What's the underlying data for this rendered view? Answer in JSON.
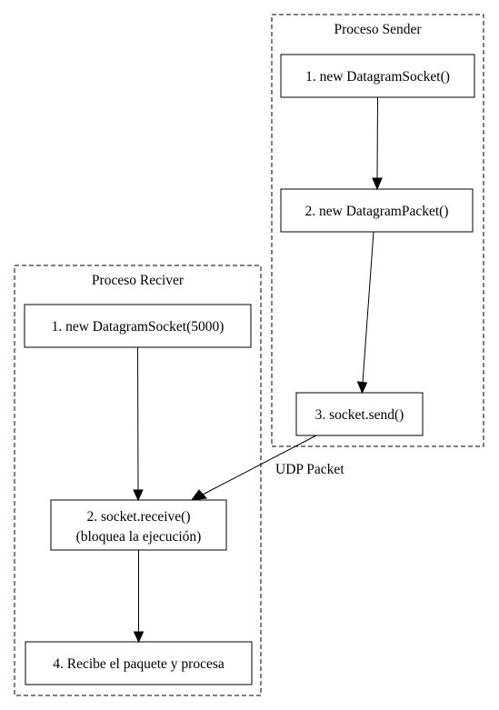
{
  "clusters": {
    "sender": {
      "label": "Proceso Sender"
    },
    "receiver": {
      "label": "Proceso Reciver"
    }
  },
  "nodes": {
    "sender_socket": {
      "label": "1. new DatagramSocket()"
    },
    "sender_packet": {
      "label": "2. new DatagramPacket()"
    },
    "sender_send": {
      "label": "3. socket.send()"
    },
    "receiver_socket": {
      "label": "1. new DatagramSocket(5000)"
    },
    "receiver_receive": {
      "line1": "2. socket.receive()",
      "line2": "(bloquea la ejecución)"
    },
    "receiver_process": {
      "label": "4. Recibe el paquete y procesa"
    }
  },
  "edges": {
    "udp_packet": {
      "label": "UDP Packet"
    }
  }
}
